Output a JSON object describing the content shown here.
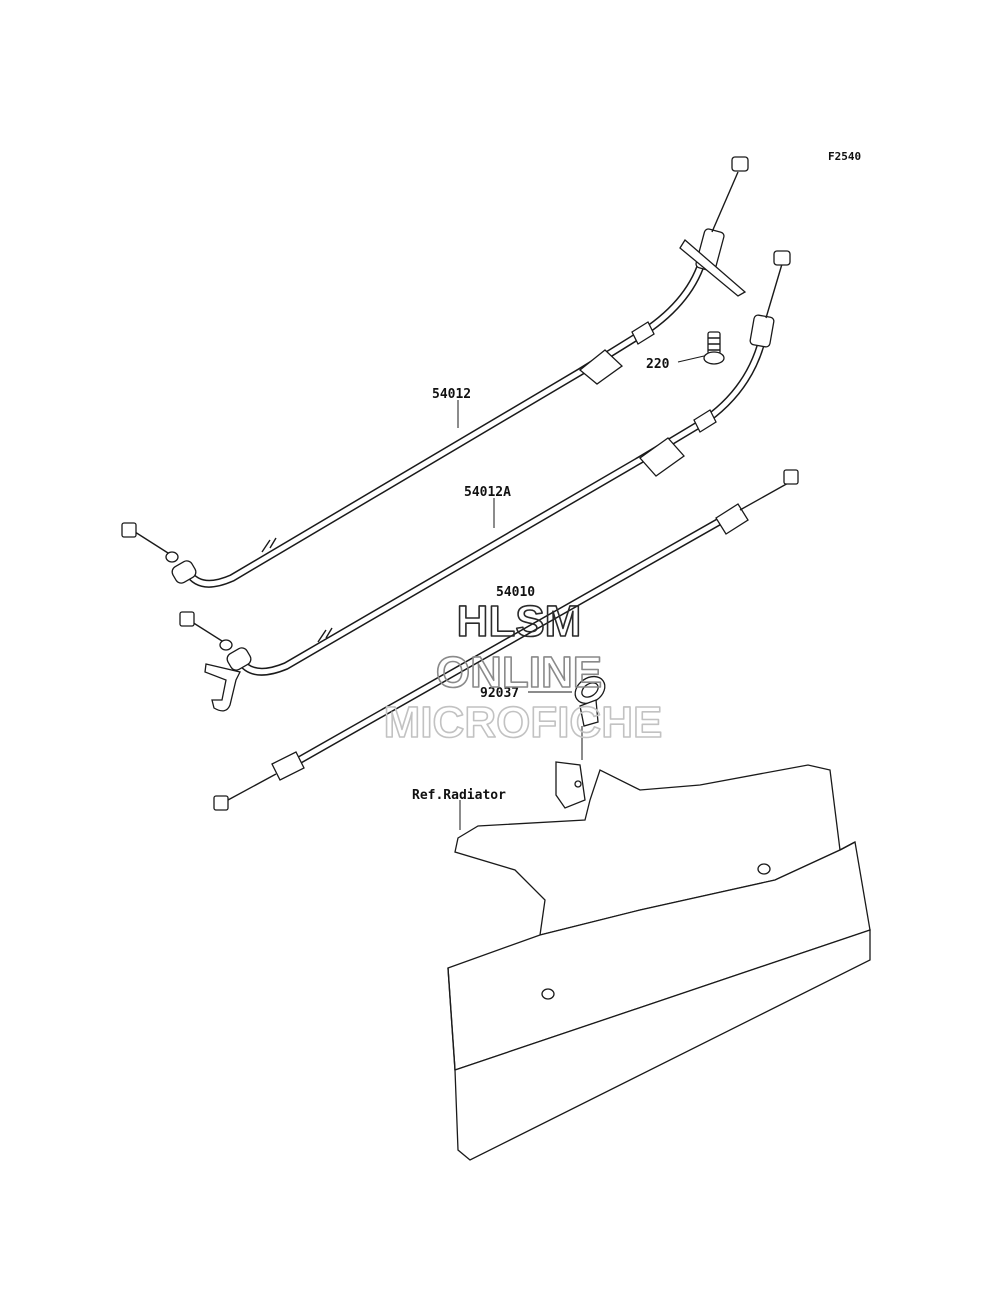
{
  "figure_code": "F2540",
  "parts": {
    "p54012": "54012",
    "p54012a": "54012A",
    "p54010": "54010",
    "p220": "220",
    "p92037": "92037",
    "ref_radiator": "Ref.Radiator"
  },
  "watermark": {
    "line1": "HLSM",
    "line2": "ONLINE",
    "line3": "MICROFICHE"
  }
}
